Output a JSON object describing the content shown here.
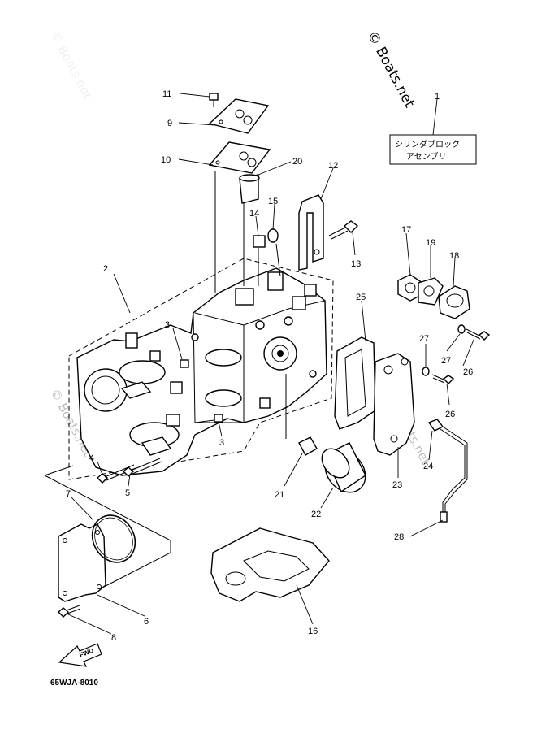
{
  "watermarks": {
    "main": "© Boats.net",
    "faint": "© Boats.net"
  },
  "assembly_label": {
    "line1": "シリンダブロック",
    "line2": "アセンブリ"
  },
  "diagram_code": "65WJA-8010",
  "fwd_label": "FWD",
  "callouts": [
    "1",
    "2",
    "3",
    "3",
    "4",
    "5",
    "6",
    "7",
    "8",
    "9",
    "10",
    "11",
    "12",
    "13",
    "14",
    "15",
    "16",
    "17",
    "18",
    "19",
    "20",
    "21",
    "22",
    "23",
    "24",
    "25",
    "26",
    "26",
    "27",
    "27",
    "28"
  ]
}
